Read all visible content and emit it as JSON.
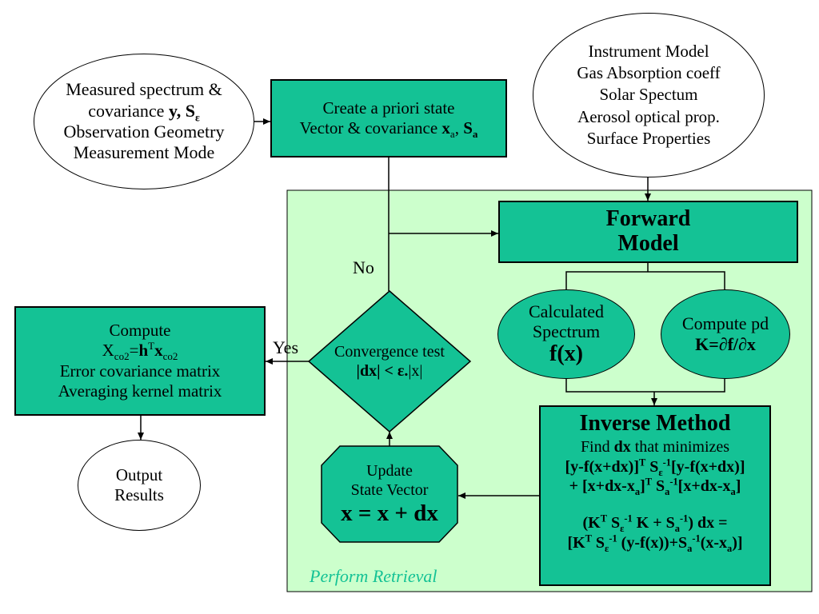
{
  "measured_oval": {
    "line1": "Measured spectrum &",
    "line2_pre": "covariance ",
    "line2_bold": "y, S",
    "line2_sub": "ε",
    "line3": "Observation Geometry",
    "line4": "Measurement Mode"
  },
  "apriori_box": {
    "line1": "Create a priori state",
    "line2_pre": "Vector & covariance ",
    "xa_base": "x",
    "xa_sub": "a",
    "sep": ", ",
    "sa_base": "S",
    "sa_sub": "a"
  },
  "instrument_oval": {
    "lines": [
      "Instrument Model",
      "Gas Absorption coeff",
      "Solar Spectum",
      "Aerosol optical prop.",
      "Surface Properties"
    ]
  },
  "forward_model": {
    "line1": "Forward",
    "line2": "Model"
  },
  "calc_spectrum": {
    "line1": "Calculated",
    "line2": "Spectrum",
    "line3": "f(x)"
  },
  "compute_pd": {
    "line1": "Compute pd",
    "line2": "K=∂f/∂x"
  },
  "inverse_method": {
    "title": "Inverse Method",
    "find_pre": "Find ",
    "find_bold": "dx",
    "find_post": " that minimizes",
    "eq1": {
      "a": "[y-f(x+dx)]",
      "a_sup": "T",
      "b": " S",
      "b_sub": "ε",
      "b_sup": "-1",
      "c": "[y-f(x+dx)]"
    },
    "eq2": {
      "a": "+ [x+dx-x",
      "a_sub": "a",
      "b": "]",
      "b_sup": "T",
      "c": " S",
      "c_sub": "a",
      "c_sup": "-1",
      "d": "[x+dx-x",
      "d_sub": "a",
      "e": "]"
    },
    "eq3": {
      "a": "(K",
      "a_sup": "T",
      "b": " S",
      "b_sub": "ε",
      "b_sup": "-1",
      "c": " K + S",
      "c_sub": "a",
      "c_sup": "-1",
      "d": ") dx ="
    },
    "eq4": {
      "a": "[K",
      "a_sup": "T",
      "b": " S",
      "b_sub": "ε",
      "b_sup": "-1",
      "c": " (y-f(x))+S",
      "c_sub": "a",
      "c_sup": "-1",
      "d": "(x-x",
      "d_sub": "a",
      "e": ")]"
    }
  },
  "convergence": {
    "line1": "Convergence test",
    "line2_a": "|dx| < ε.",
    "line2_b": "|x|"
  },
  "update_state": {
    "line1": "Update",
    "line2": "State Vector",
    "line3": "x = x + dx"
  },
  "compute_box": {
    "line1": "Compute",
    "line2_a": "X",
    "line2_a_sub": "co2",
    "line2_b": "=",
    "line2_h": "h",
    "line2_h_sup": "T",
    "line2_x": "x",
    "line2_x_sub": "co2",
    "line3": "Error covariance matrix",
    "line4": "Averaging kernel matrix"
  },
  "output_oval": {
    "line1": "Output",
    "line2": "Results"
  },
  "labels": {
    "no": "No",
    "yes": "Yes",
    "perform": "Perform Retrieval"
  },
  "colors": {
    "box_fill": "#14c295",
    "panel_fill": "#ccffcc",
    "panel_label": "#14c295"
  }
}
